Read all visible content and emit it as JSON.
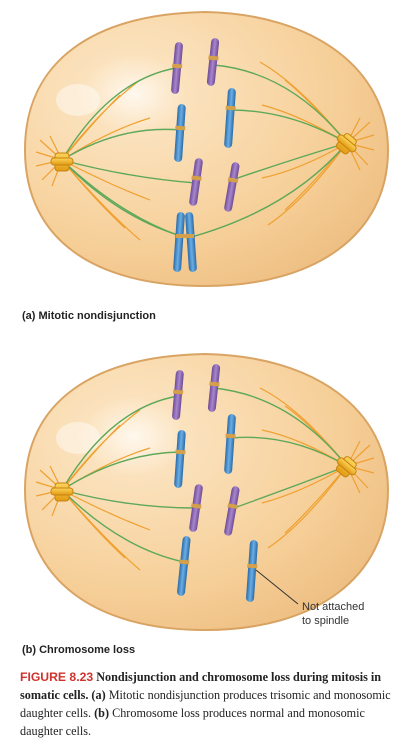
{
  "panels": [
    {
      "label": "(a) Mitotic nondisjunction"
    },
    {
      "label": "(b) Chromosome loss",
      "annotation_line1": "Not attached",
      "annotation_line2": "to spindle"
    }
  ],
  "caption": {
    "figure_number": "FIGURE 8.23",
    "title": "Nondisjunction and chromosome loss during mitosis in somatic cells.",
    "part_a_label": "(a)",
    "part_a_text": "Mitotic nondisjunction produces trisomic and monosomic daughter cells.",
    "part_b_label": "(b)",
    "part_b_text": "Chromosome loss produces normal and monosomic daughter cells."
  },
  "colors": {
    "cell_fill": "#f6cf98",
    "cell_outline": "#d9a463",
    "spindle_green": "#5ea85a",
    "aster_orange": "#f0a030",
    "centrosome": "#f2b624",
    "chromosome_purple": "#8c63b0",
    "chromosome_blue": "#3f86c6",
    "figure_red": "#d0332b"
  }
}
